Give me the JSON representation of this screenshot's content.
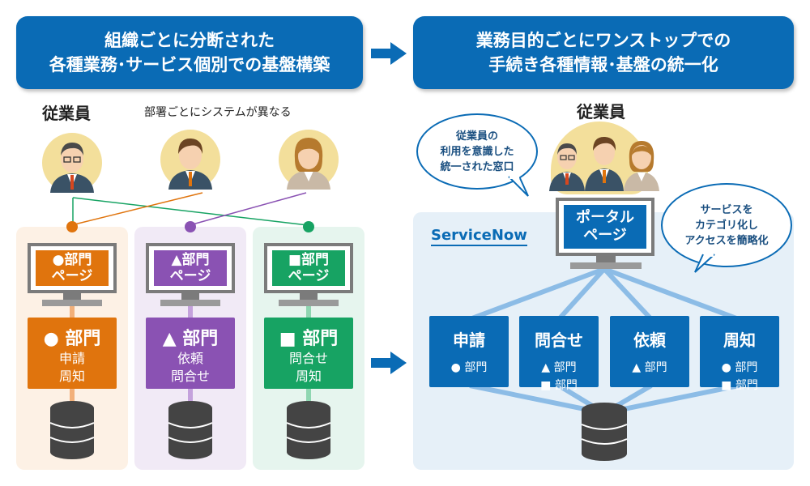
{
  "header_left": {
    "line1": "組織ごとに分断された",
    "line2": "各種業務･サービス個別での基盤構築"
  },
  "header_right": {
    "line1": "業務目的ごとにワンストップでの",
    "line2": "手続き各種情報･基盤の統一化"
  },
  "left": {
    "employees_label": "従業員",
    "note": "部署ごとにシステムが異なる",
    "columns": [
      {
        "screen_line1": "●部門",
        "screen_line2": "ページ",
        "box_title": "● 部門",
        "lines": [
          "申請",
          "周知"
        ],
        "color": "#e0740d",
        "bg": "#fdf1e5",
        "connector": "#f2b07a"
      },
      {
        "screen_line1": "▲部門",
        "screen_line2": "ページ",
        "box_title": "▲ 部門",
        "lines": [
          "依頼",
          "問合せ"
        ],
        "color": "#8a52b3",
        "bg": "#f1eaf6",
        "connector": "#c4a2dc"
      },
      {
        "screen_line1": "■部門",
        "screen_line2": "ページ",
        "box_title": "■ 部門",
        "lines": [
          "問合せ",
          "周知"
        ],
        "color": "#17a363",
        "bg": "#e6f5ee",
        "connector": "#8fd6b1"
      }
    ]
  },
  "right": {
    "employees_label": "従業員",
    "brand": "ServiceNow",
    "portal_line1": "ポータル",
    "portal_line2": "ページ",
    "bubble_left": [
      "従業員の",
      "利用を意識した",
      "統一された窓口"
    ],
    "bubble_right": [
      "サービスを",
      "カテゴリ化し",
      "アクセスを簡略化"
    ],
    "boxes": [
      {
        "title": "申請",
        "lines": [
          "●  部門"
        ]
      },
      {
        "title": "問合せ",
        "lines": [
          "▲  部門",
          "■  部門"
        ]
      },
      {
        "title": "依頼",
        "lines": [
          "▲  部門"
        ]
      },
      {
        "title": "周知",
        "lines": [
          "●  部門",
          "■  部門"
        ]
      }
    ]
  },
  "colors": {
    "accent": "#0a6bb5",
    "panel_right": "#e6f0f8",
    "line_blue": "#8cbce6"
  }
}
